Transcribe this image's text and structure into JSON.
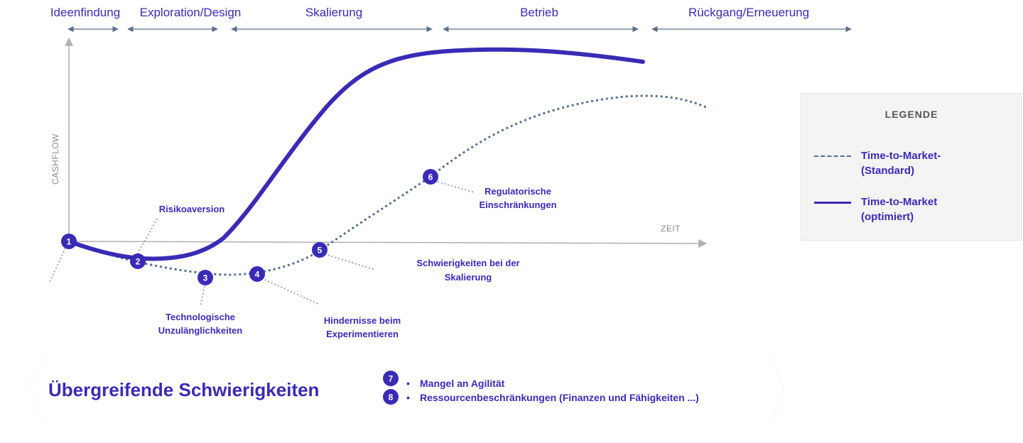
{
  "phases": [
    {
      "label": "Ideenfindung"
    },
    {
      "label": "Exploration/Design"
    },
    {
      "label": "Skalierung"
    },
    {
      "label": "Betrieb"
    },
    {
      "label": "Rückgang/Erneuerung"
    }
  ],
  "axes": {
    "y_label": "CASHFLOW",
    "x_label": "ZEIT"
  },
  "markers": [
    {
      "number": "1"
    },
    {
      "number": "2"
    },
    {
      "number": "3"
    },
    {
      "number": "4"
    },
    {
      "number": "5"
    },
    {
      "number": "6"
    }
  ],
  "callouts": {
    "risk": "Risikoaversion",
    "tech_1": "Technologische",
    "tech_2": "Unzulänglichkeiten",
    "exp_1": "Hindernisse beim",
    "exp_2": "Experimentieren",
    "scale_1": "Schwierigkeiten bei der",
    "scale_2": "Skalierung",
    "reg_1": "Regulatorische",
    "reg_2": "Einschränkungen"
  },
  "legend": {
    "title": "LEGENDE",
    "standard_1": "Time-to-Market-",
    "standard_2": "(Standard)",
    "optimized_1": "Time-to-Market",
    "optimized_2": "(optimiert)"
  },
  "banner": {
    "title": "Übergreifende Schwierigkeiten",
    "items": [
      {
        "number": "7",
        "bullet": "•",
        "text": "Mangel an Agilität"
      },
      {
        "number": "8",
        "bullet": "•",
        "text": "Ressourcenbeschränkungen (Finanzen und Fähigkeiten ...)"
      }
    ]
  },
  "colors": {
    "primary": "#3a2bb4",
    "standard_curve": "#5a6f8a",
    "axis": "#b0b0b0"
  }
}
